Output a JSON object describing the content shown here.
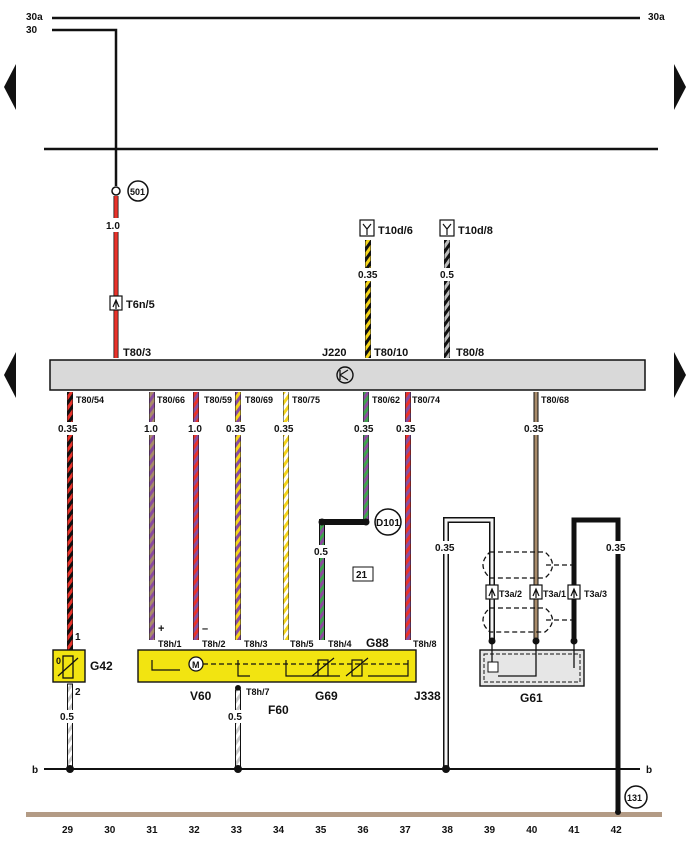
{
  "rails": {
    "top_a": "30a",
    "top_b": "30",
    "top_a_right": "30a",
    "ground": "b",
    "ground_right": "b"
  },
  "references": {
    "r501": "501",
    "r131": "131",
    "d101": "D101",
    "section": "21"
  },
  "connectors_top": {
    "t6n5": "T6n/5",
    "t10d6": "T10d/6",
    "t10d8": "T10d/8",
    "t80_3": "T80/3",
    "t80_10": "T80/10",
    "t80_8": "T80/8",
    "j220": "J220"
  },
  "connectors_bottom": {
    "t80_54": "T80/54",
    "t80_66": "T80/66",
    "t80_59": "T80/59",
    "t80_69": "T80/69",
    "t80_75": "T80/75",
    "t80_62": "T80/62",
    "t80_74": "T80/74",
    "t80_68": "T80/68"
  },
  "wire_sizes": {
    "w501": "1.0",
    "w10d6": "0.35",
    "w10d8": "0.5",
    "w29": "0.35",
    "w31": "1.0",
    "w32": "1.0",
    "w33": "0.35",
    "w34": "0.35",
    "w36": "0.35",
    "w37": "0.35",
    "w40": "0.35",
    "w38": "0.35",
    "w42": "0.35",
    "w35": "0.5",
    "w29b": "0.5",
    "w33b": "0.5"
  },
  "components": {
    "g42": "G42",
    "g42_pin1": "1",
    "g42_pin2": "2",
    "g42_zero": "0",
    "v60": "V60",
    "f60": "F60",
    "g69": "G69",
    "g88": "G88",
    "j338": "J338",
    "g61": "G61",
    "plus": "+",
    "minus": "–"
  },
  "connectors_motor": {
    "t8h1": "T8h/1",
    "t8h2": "T8h/2",
    "t8h3": "T8h/3",
    "t8h5": "T8h/5",
    "t8h4": "T8h/4",
    "t8h8": "T8h/8",
    "t8h7": "T8h/7",
    "t3a2": "T3a/2",
    "t3a1": "T3a/1",
    "t3a3": "T3a/3"
  },
  "grid_numbers": [
    "29",
    "30",
    "31",
    "32",
    "33",
    "34",
    "35",
    "36",
    "37",
    "38",
    "39",
    "40",
    "41",
    "42"
  ],
  "colors": {
    "red": "#e8322a",
    "black": "#111111",
    "yellow": "#f5d51a",
    "grey": "#9a9a9a",
    "violet": "#8a4c9e",
    "brown": "#a88b6a",
    "green": "#3fa34d",
    "module": "#d9d9d9",
    "component": "#f2e411",
    "ground_bar": "#b39b85"
  }
}
